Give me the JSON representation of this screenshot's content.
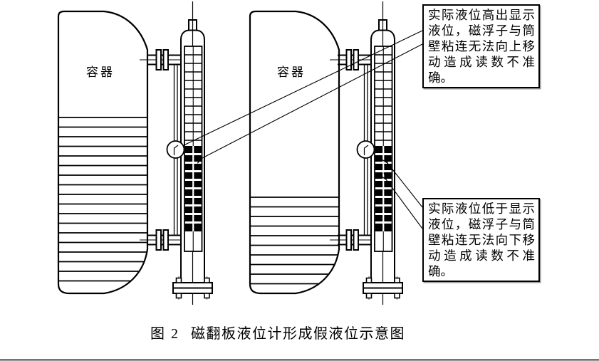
{
  "figure": {
    "caption_label": "图 2",
    "caption_title": "磁翻板液位计形成假液位示意图"
  },
  "diagram": {
    "left_unit": {
      "vessel_label": "容器",
      "condition": "actual level high, float stuck, reading low"
    },
    "right_unit": {
      "vessel_label": "容器",
      "condition": "actual level low, float stuck, reading high"
    },
    "callouts": {
      "top": "实际液位高出显示液位，磁浮子与筒壁粘连无法向上移动造成读数不准确。",
      "bottom": "实际液位低于显示液位，磁浮子与筒壁粘连无法向下移动造成读数不准确。"
    },
    "colors": {
      "line": "#000000",
      "background": "#ffffff",
      "flapper_on": "#000000",
      "flapper_off": "#ffffff",
      "bolt_stud": "#777777",
      "shadow": "#9a9a9a"
    }
  }
}
